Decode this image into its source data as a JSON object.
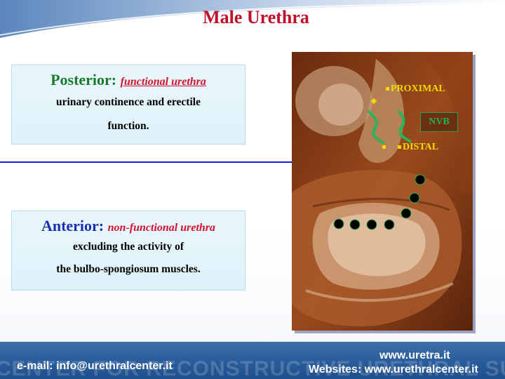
{
  "slide": {
    "title": "Male Urethra"
  },
  "posterior": {
    "label": "Posterior:",
    "subtitle": "functional  urethra",
    "desc_line1": "urinary continence and erectile",
    "desc_line2": "function."
  },
  "anterior": {
    "label": "Anterior:",
    "subtitle": "non-functional urethra",
    "desc_line1": "excluding the activity of",
    "desc_line2": "the bulbo-spongiosum muscles."
  },
  "image_annotations": {
    "proximal": "PROXIMAL",
    "distal": "DISTAL",
    "nvb": "NVB"
  },
  "footer": {
    "watermark": "CENTER FOR RECONSTRUCTIVE URETHRAL SURGERY",
    "email": "e-mail: info@urethralcenter.it",
    "website_1": "www.uretra.it",
    "website_2": "Websites: www.urethralcenter.it"
  },
  "colors": {
    "title": "#c0102a",
    "posterior_label": "#1b7a2d",
    "anterior_label": "#1a2fb0",
    "subtitle": "#d0122c",
    "divider": "#1020d8",
    "annotation": "#f5d800",
    "nvb": "#1fb34a",
    "footer": "#2c5f9e"
  }
}
